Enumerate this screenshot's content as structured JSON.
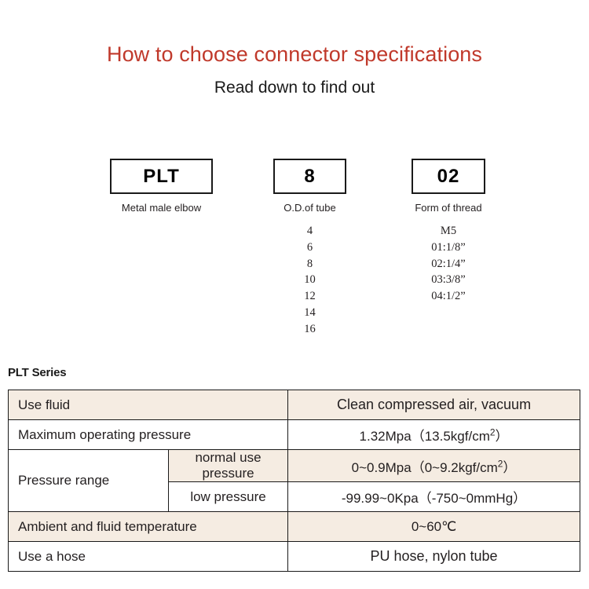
{
  "header": {
    "title": "How to choose connector specifications",
    "subtitle": "Read down to find out",
    "title_color": "#c0392b"
  },
  "code_builder": {
    "columns": [
      {
        "code": "PLT",
        "caption": "Metal male elbow",
        "options": []
      },
      {
        "code": "8",
        "caption": "O.D.of tube",
        "options": [
          "4",
          "6",
          "8",
          "10",
          "12",
          "14",
          "16"
        ]
      },
      {
        "code": "02",
        "caption": "Form of thread",
        "options": [
          "M5",
          "01:1/8”",
          "02:1/4”",
          "03:3/8”",
          "04:1/2”"
        ]
      }
    ]
  },
  "spec": {
    "series_heading": "PLT Series",
    "shade_color": "#f5ece2",
    "rows": [
      {
        "label": "Use fluid",
        "value": "Clean compressed air, vacuum"
      },
      {
        "label": "Maximum operating pressure",
        "value": "1.32Mpa（13.5kgf/cm²）"
      },
      {
        "label": "Pressure range",
        "sub_rows": [
          {
            "sub_label": "normal use pressure",
            "value": "0~0.9Mpa（0~9.2kgf/cm²）"
          },
          {
            "sub_label": "low pressure",
            "value": "-99.99~0Kpa（-750~0mmHg）"
          }
        ]
      },
      {
        "label": "Ambient and fluid temperature",
        "value": "0~60℃"
      },
      {
        "label": "Use a hose",
        "value": "PU hose, nylon tube"
      }
    ]
  }
}
